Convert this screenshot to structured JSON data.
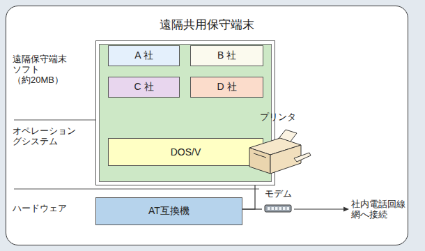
{
  "diagram": {
    "nodes": [
      {
        "text": [
          "遠隔共用保守端末"
        ]
      },
      {
        "text": [],
        "in": 0
      },
      {
        "text": [
          "A 社"
        ],
        "in": 1
      },
      {
        "text": [
          "B 社"
        ],
        "in": 1
      },
      {
        "text": [
          "C 社"
        ],
        "in": 1
      },
      {
        "text": [
          "D 社"
        ],
        "in": 1
      },
      {
        "text": [
          "DOS/V"
        ],
        "in": 1
      },
      {
        "text": [
          "AT互換機"
        ],
        "in": 0
      },
      {
        "text": [
          "プリンタ"
        ],
        "in": 0
      },
      {
        "text": [
          "モデム"
        ],
        "in": 0
      }
    ],
    "edges": [
      {
        "from": 7,
        "to": 8,
        "arrow": "none"
      },
      {
        "from": 7,
        "to": 9,
        "arrow": "none"
      }
    ],
    "labels": [
      "遠隔保守端末 ソフト （約20MB）",
      "オペレーション グシステム",
      "ハードウェア",
      "社内電話回線 網へ接続"
    ]
  }
}
